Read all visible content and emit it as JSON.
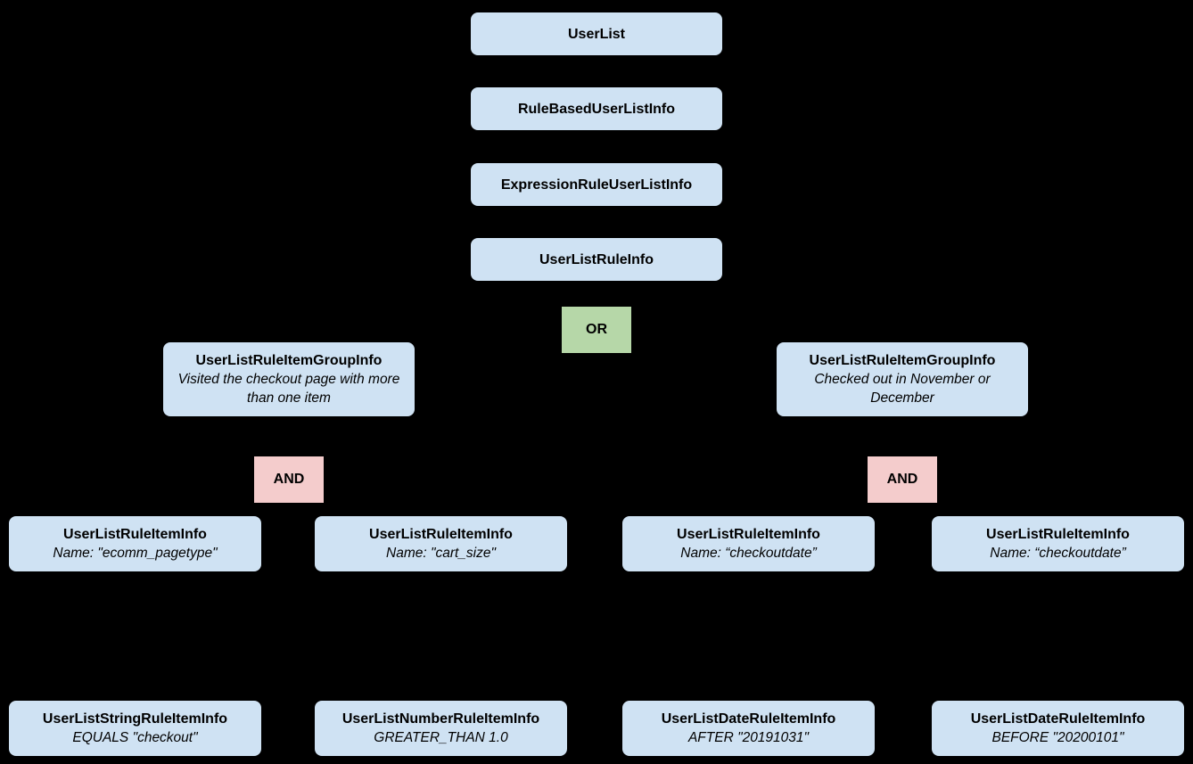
{
  "diagram": {
    "colors": {
      "background": "#000000",
      "node_fill": "#cfe2f3",
      "or_fill": "#b6d7a8",
      "and_fill": "#f4cccc",
      "text": "#000000"
    },
    "stack": [
      {
        "title": "UserList"
      },
      {
        "title": "RuleBasedUserListInfo"
      },
      {
        "title": "ExpressionRuleUserListInfo"
      },
      {
        "title": "UserListRuleInfo"
      }
    ],
    "or_label": "OR",
    "and_labels": [
      {
        "label": "AND"
      },
      {
        "label": "AND"
      }
    ],
    "groups": [
      {
        "title": "UserListRuleItemGroupInfo",
        "desc": "Visited the checkout page with more than one item"
      },
      {
        "title": "UserListRuleItemGroupInfo",
        "desc": "Checked out in November or December"
      }
    ],
    "rule_items": [
      {
        "title": "UserListRuleItemInfo",
        "desc": "Name: \"ecomm_pagetype\""
      },
      {
        "title": "UserListRuleItemInfo",
        "desc": "Name: \"cart_size\""
      },
      {
        "title": "UserListRuleItemInfo",
        "desc": "Name: “checkoutdate”"
      },
      {
        "title": "UserListRuleItemInfo",
        "desc": "Name: “checkoutdate”"
      }
    ],
    "leaves": [
      {
        "title": "UserListStringRuleItemInfo",
        "desc": "EQUALS \"checkout\""
      },
      {
        "title": "UserListNumberRuleItemInfo",
        "desc": "GREATER_THAN 1.0"
      },
      {
        "title": "UserListDateRuleItemInfo",
        "desc": "AFTER \"20191031\""
      },
      {
        "title": "UserListDateRuleItemInfo",
        "desc": "BEFORE \"20200101\""
      }
    ]
  }
}
